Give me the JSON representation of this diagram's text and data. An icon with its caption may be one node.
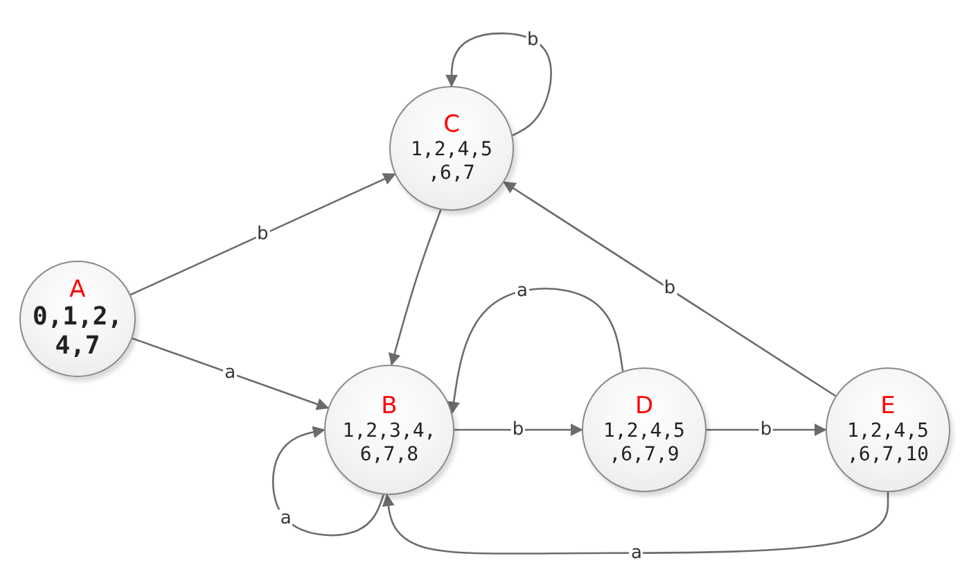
{
  "diagram": {
    "nodes": [
      {
        "text": [
          "A",
          "0,1,2, 4,7"
        ]
      },
      {
        "text": [
          "C",
          "1,2,4,5 ,6,7"
        ]
      },
      {
        "text": [
          "B",
          "1,2,3,4, 6,7,8"
        ]
      },
      {
        "text": [
          "D",
          "1,2,4,5 ,6,7,9"
        ]
      },
      {
        "text": [
          "E",
          "1,2,4,5 ,6,7,10"
        ]
      }
    ],
    "edges": [
      {
        "from": 0,
        "to": 1,
        "arrow": "to",
        "label": "b"
      },
      {
        "from": 0,
        "to": 2,
        "arrow": "to",
        "label": "a"
      },
      {
        "from": 1,
        "to": 1,
        "arrow": "to",
        "label": "b"
      },
      {
        "from": 1,
        "to": 2,
        "arrow": "to"
      },
      {
        "from": 2,
        "to": 3,
        "arrow": "to",
        "label": "b"
      },
      {
        "from": 3,
        "to": 2,
        "arrow": "to",
        "label": "a"
      },
      {
        "from": 3,
        "to": 4,
        "arrow": "to",
        "label": "b"
      },
      {
        "from": 4,
        "to": 1,
        "arrow": "to",
        "label": "b"
      },
      {
        "from": 4,
        "to": 2,
        "arrow": "to",
        "label": "a"
      },
      {
        "from": 2,
        "to": 2,
        "arrow": "to",
        "label": "a"
      }
    ]
  }
}
